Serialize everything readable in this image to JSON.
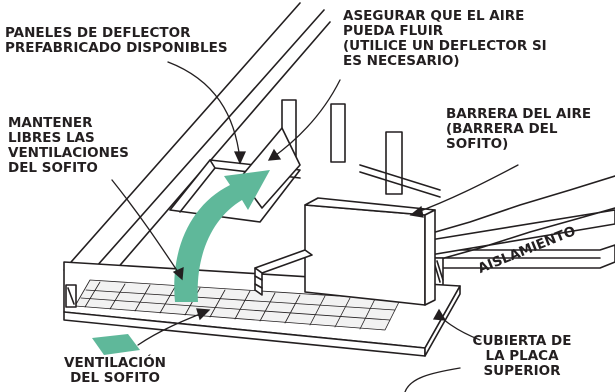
{
  "colors": {
    "ink": "#231f20",
    "airflow": "#5fb89a",
    "paper": "#ffffff"
  },
  "labels": {
    "baffle_panels": "PANELES DE DEFLECTOR\nPREFABRICADO DISPONIBLES",
    "airflow": "ASEGURAR QUE EL AIRE\nPUEDA FLUIR\n(UTILICE UN DEFLECTOR SI\nES NECESARIO)",
    "keep_vents_clear": "MANTENER\nLIBRES LAS\nVENTILACIONES\nDEL SOFITO",
    "wind_barrier": "BARRERA DEL AIRE\n(BARRERA DEL\nSOFITO)",
    "insulation": "AISLAMIENTO",
    "soffit_vent": "VENTILACIÓN\nDEL SOFITO",
    "top_plate": "CUBIERTA DE\nLA PLACA\nSUPERIOR"
  }
}
